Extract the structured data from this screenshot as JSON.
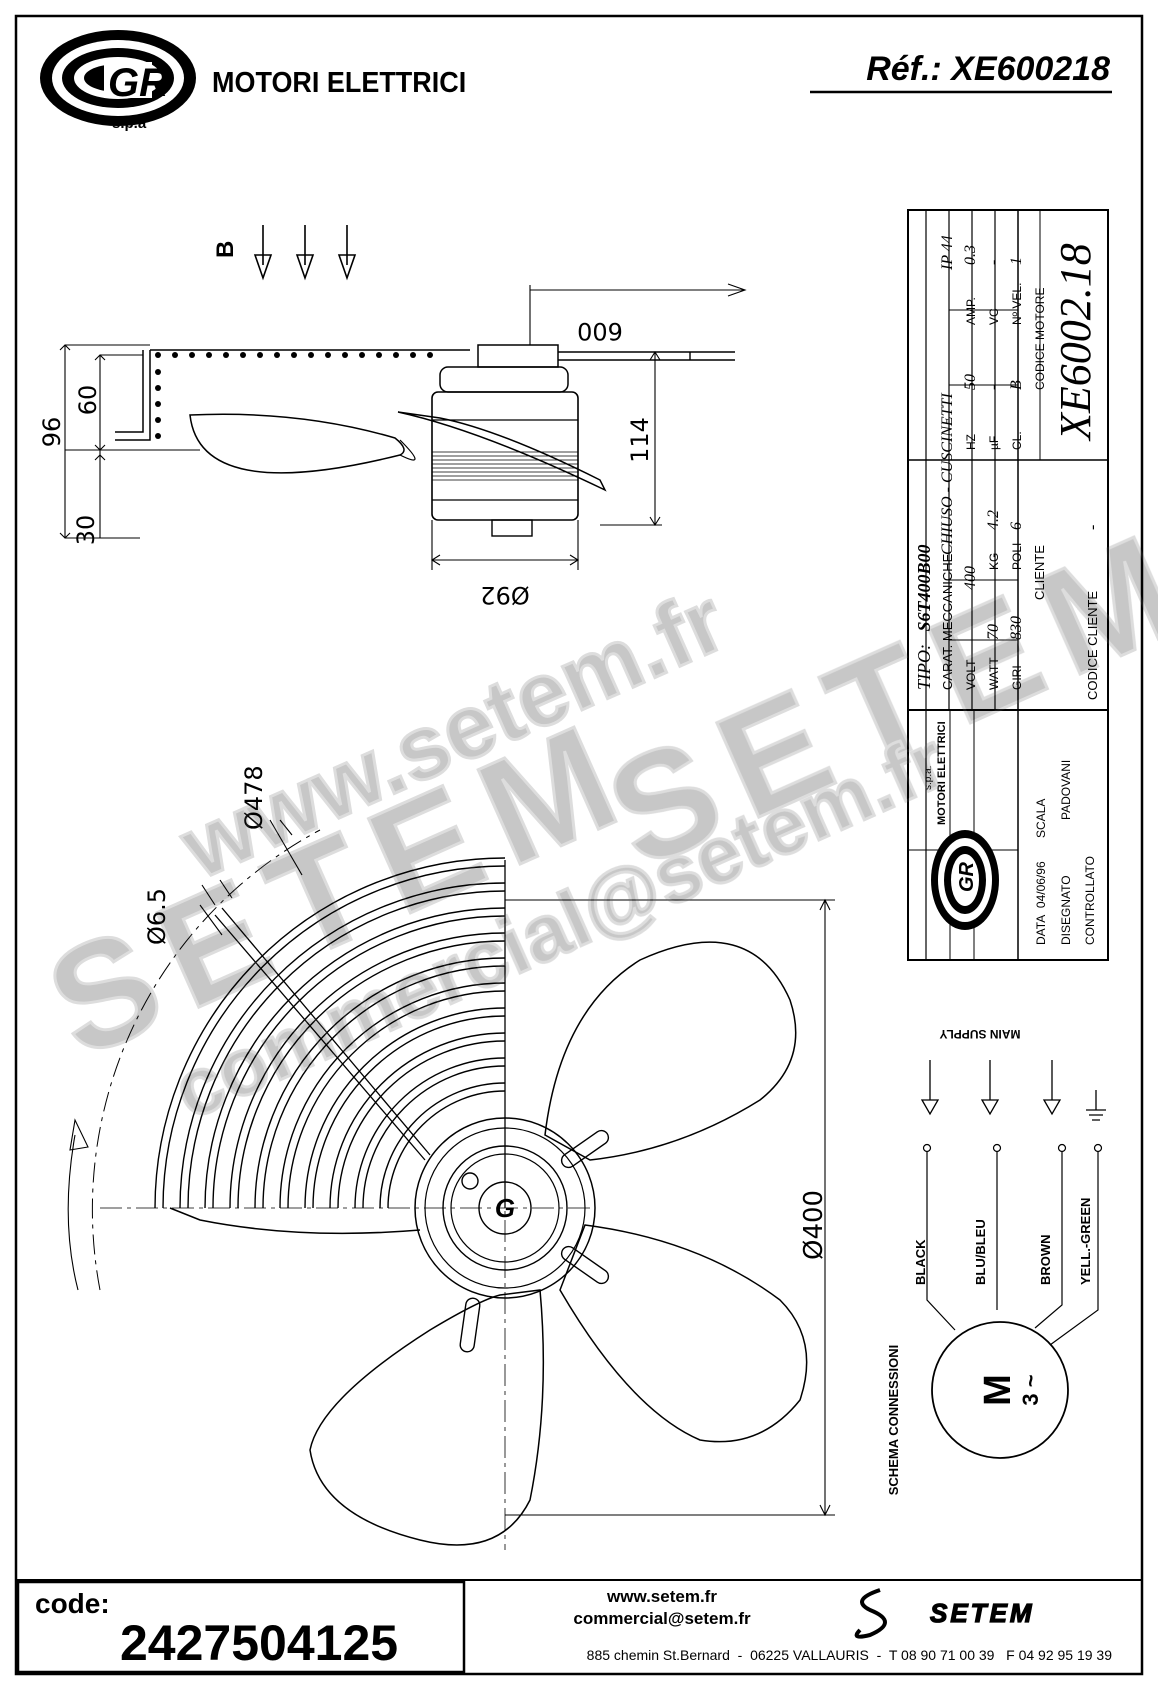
{
  "header": {
    "company": "MOTORI ELETTRICI",
    "company_suffix": "s.p.a",
    "reference": "Réf.: XE600218"
  },
  "side_view": {
    "view_label": "B",
    "dims": {
      "cable_length": "600",
      "height_total": "96",
      "height_grille": "60",
      "height_base": "30",
      "motor_height": "114",
      "motor_diameter": "Ø92"
    }
  },
  "front_view": {
    "dims": {
      "grille_diameter": "Ø478",
      "hole_diameter": "Ø6.5",
      "blade_diameter": "Ø400"
    }
  },
  "title_block": {
    "tipo_label": "TIPO:",
    "tipo_value": "S6T400B00",
    "carat_label": "CARAT. MECCANICHE",
    "carat_value": "CHIUSO - CUSCINETTI",
    "ip": "IP 44",
    "row1": [
      {
        "label": "VOLT",
        "value": "400"
      },
      {
        "label": "HZ",
        "value": "50"
      },
      {
        "label": "AMP.",
        "value": "0.3"
      }
    ],
    "row2": [
      {
        "label": "WATT",
        "value": "70"
      },
      {
        "label": "KG",
        "value": "4.2"
      },
      {
        "label": "µF",
        "value": "-"
      },
      {
        "label": "VC",
        "value": "-"
      }
    ],
    "row3": [
      {
        "label": "GIRI",
        "value": "830"
      },
      {
        "label": "POLI",
        "value": "6"
      },
      {
        "label": "CL.",
        "value": "B"
      },
      {
        "label": "Nº VEL.",
        "value": "1"
      }
    ],
    "cliente_label": "CLIENTE",
    "codice_motore_label": "CODICE MOTORE",
    "codice_motore_value": "XE6002.18",
    "codice_cliente_label": "CODICE CLIENTE",
    "codice_cliente_value": "-",
    "data_label": "DATA",
    "data_value": "04/06/96",
    "scala_label": "SCALA",
    "disegnato_label": "DISEGNATO",
    "disegnato_value": "PADOVANI",
    "controllato_label": "CONTROLLATO",
    "logo_company": "MOTORI ELETTRICI",
    "logo_suffix": "s.p.a."
  },
  "wiring": {
    "supply_label": "MAIN SUPPLY",
    "schema_label": "SCHEMA CONNESSIONI",
    "wires": [
      "BLACK",
      "BLU/BLEU",
      "BROWN",
      "YELL.-GREEN"
    ],
    "motor_symbol": "M",
    "motor_phase": "3 ~"
  },
  "footer": {
    "code_label": "code:",
    "code_value": "2427504125",
    "website": "www.setem.fr",
    "email": "commercial@setem.fr",
    "address": "885 chemin St.Bernard  -  06225 VALLAURIS  -  T 08 90 71 00 39   F 04 92 95 19 39",
    "brand": "SETEM"
  },
  "watermark": {
    "url": "www.setem.fr",
    "brand": "SETEM",
    "email": "commercial@setem.fr"
  }
}
